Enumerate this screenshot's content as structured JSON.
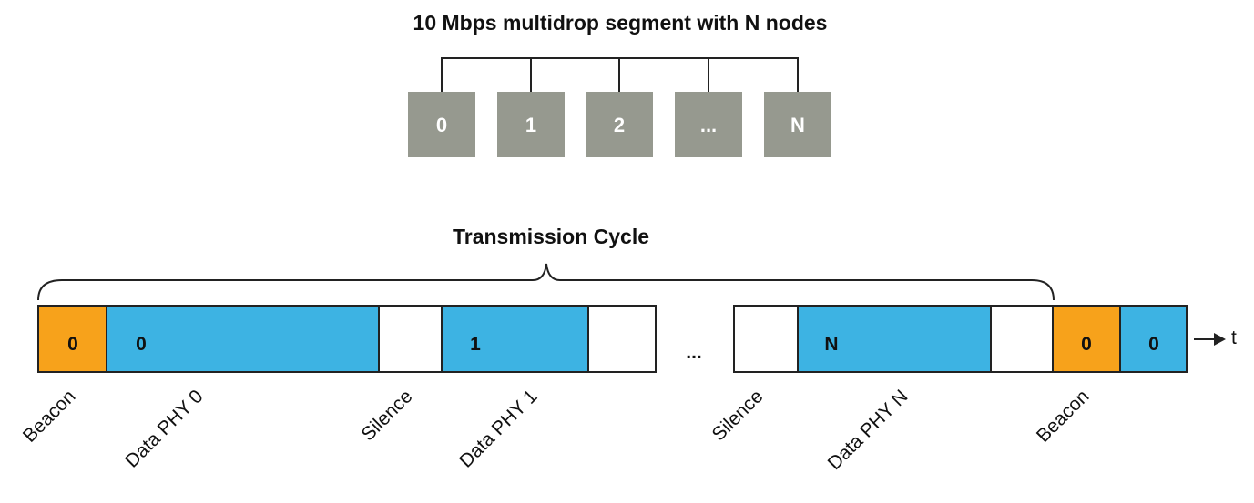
{
  "segment": {
    "title": "10 Mbps multidrop segment with N nodes",
    "nodes": [
      "0",
      "1",
      "2",
      "...",
      "N"
    ],
    "node_color": "#96998f"
  },
  "cycle": {
    "title": "Transmission Cycle",
    "gap_text": "...",
    "time_label": "t",
    "colors": {
      "beacon": "#f7a21b",
      "data": "#3db3e3",
      "silence": "#ffffff"
    },
    "slots": [
      {
        "kind": "beacon",
        "text": "0"
      },
      {
        "kind": "data",
        "text": "0"
      },
      {
        "kind": "silence",
        "text": ""
      },
      {
        "kind": "data",
        "text": "1"
      },
      {
        "kind": "silence",
        "text": ""
      },
      {
        "kind": "silence",
        "text": ""
      },
      {
        "kind": "data",
        "text": "N"
      },
      {
        "kind": "silence",
        "text": ""
      },
      {
        "kind": "beacon",
        "text": "0"
      },
      {
        "kind": "data",
        "text": "0"
      }
    ],
    "labels": [
      "Beacon",
      "Data PHY 0",
      "Silence",
      "Data PHY 1",
      "Silence",
      "Data PHY N",
      "Beacon"
    ]
  }
}
